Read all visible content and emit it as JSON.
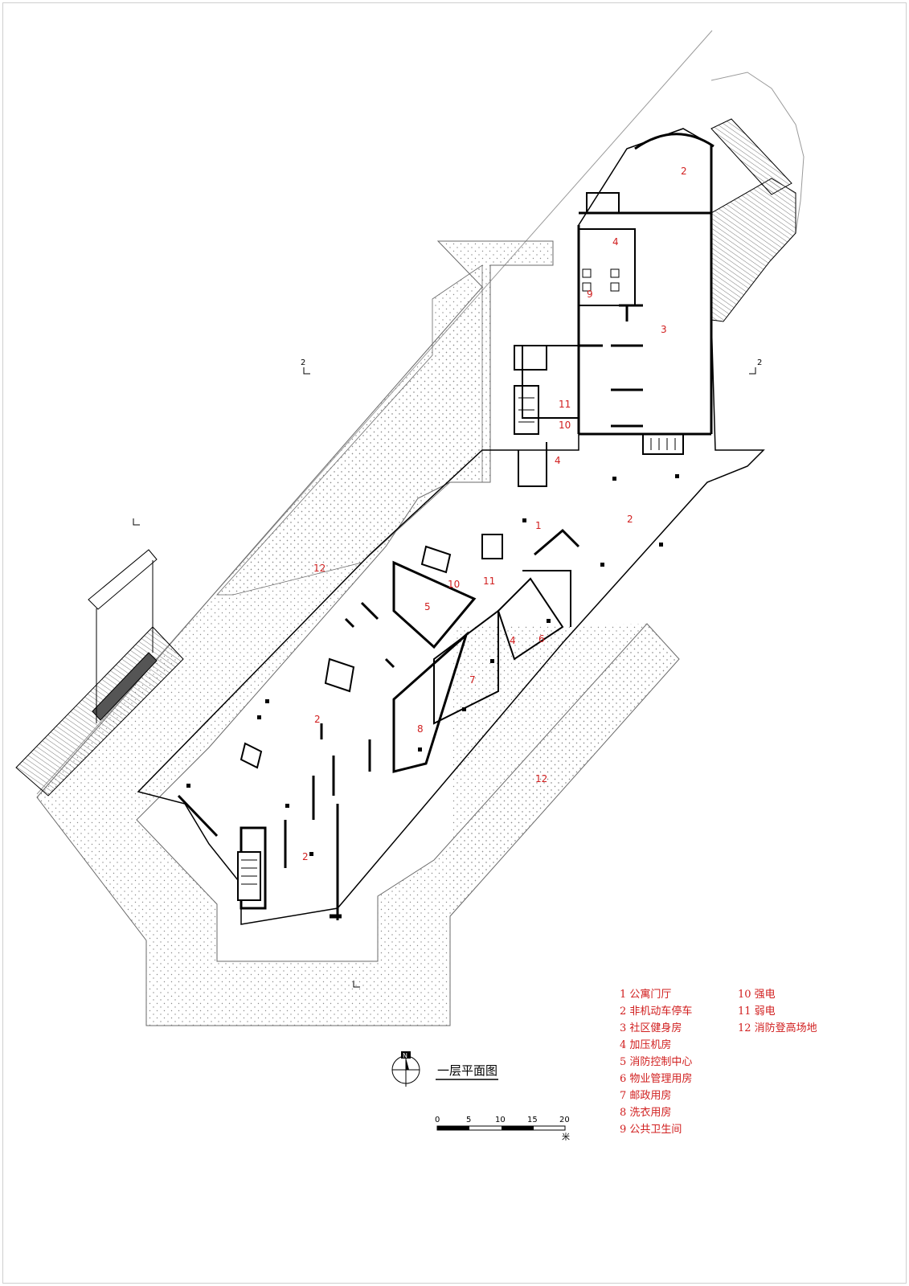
{
  "drawing": {
    "title": "一层平面图",
    "north_label": "N",
    "scale": {
      "ticks": [
        "0",
        "5",
        "10",
        "15",
        "20"
      ],
      "unit": "米"
    },
    "section_marks": [
      "2",
      "2"
    ],
    "colors": {
      "annotation": "#d11f1f",
      "line": "#000000",
      "hatch": "#9a9a9a"
    }
  },
  "rooms": {
    "r1": "1",
    "r2a": "2",
    "r2b": "2",
    "r2c": "2",
    "r2d": "2",
    "r3": "3",
    "r4a": "4",
    "r4b": "4",
    "r4c": "4",
    "r5": "5",
    "r6": "6",
    "r7": "7",
    "r8": "8",
    "r9": "9",
    "r10a": "10",
    "r10b": "10",
    "r11a": "11",
    "r11b": "11",
    "r12a": "12",
    "r12b": "12"
  },
  "legend": [
    "1  公寓门厅",
    "2  非机动车停车",
    "3  社区健身房",
    "4  加压机房",
    "5  消防控制中心",
    "6  物业管理用房",
    "7  邮政用房",
    "8  洗衣用房",
    "9  公共卫生间",
    "10  强电",
    "11  弱电",
    "12  消防登高场地"
  ]
}
